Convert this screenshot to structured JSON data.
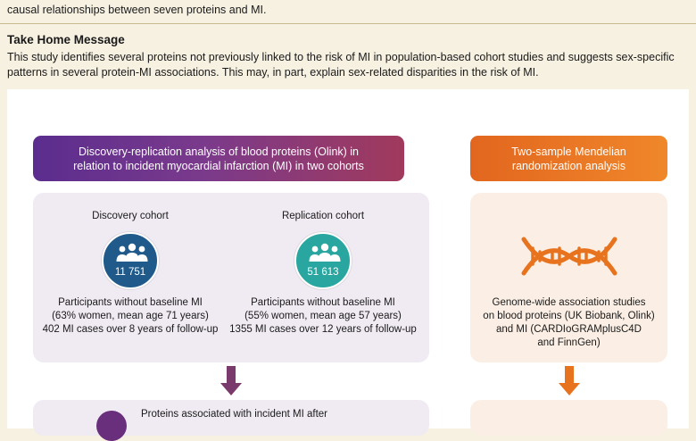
{
  "intro_tail": "causal relationships between seven proteins and MI.",
  "take_home": {
    "title": "Take Home Message",
    "body": "This study identifies several proteins not previously linked to the risk of MI in population-based cohort studies and suggests sex-specific patterns in several protein-MI associations. This may, in part, explain sex-related disparities in the risk of MI."
  },
  "left_header": {
    "line1": "Discovery-replication analysis of blood proteins (Olink) in",
    "line2": "relation to incident myocardial infarction (MI) in two cohorts"
  },
  "right_header": {
    "line1": "Two-sample Mendelian",
    "line2": "randomization analysis"
  },
  "discovery": {
    "title": "Discovery cohort",
    "count": "11 751",
    "line1": "Participants without baseline MI",
    "line2": "(63% women, mean age 71 years)",
    "line3": "402 MI cases over 8 years of follow-up"
  },
  "replication": {
    "title": "Replication cohort",
    "count": "51 613",
    "line1": "Participants without baseline MI",
    "line2": "(55% women, mean age 57 years)",
    "line3": "1355 MI cases over 12 years of follow-up"
  },
  "gwas": {
    "line1": "Genome-wide association studies",
    "line2": "on blood proteins (UK Biobank, Olink)",
    "line3": "and MI (CARDIoGRAMplusC4D",
    "line4": "and FinnGen)"
  },
  "bottom_left_text": "Proteins associated with incident MI after",
  "colors": {
    "purple": "#6a2f7c",
    "discovery_circle": "#1f5a8a",
    "replication_circle": "#2aa6a0",
    "orange": "#e8731f",
    "arrow_purple": "#7a3a6c"
  },
  "icons": {
    "people": "people-group-icon",
    "dna": "dna-helix-icon",
    "arrow": "down-arrow-icon"
  }
}
